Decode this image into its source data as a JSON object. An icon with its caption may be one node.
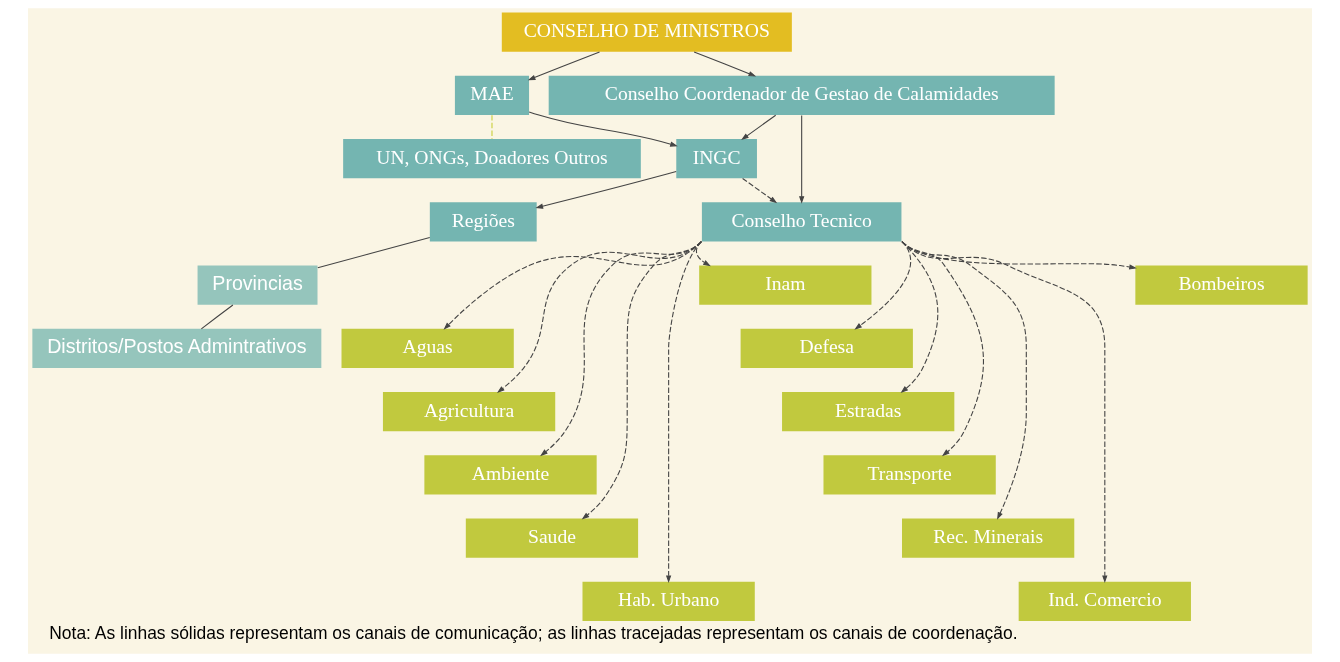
{
  "diagram": {
    "caption": "Nota: As linhas sólidas representam os canais de comunicação; as linhas tracejadas representam os canais de coordenação.",
    "nodes": [
      {
        "text": [
          "CONSELHO DE MINISTROS"
        ]
      },
      {
        "text": [
          "MAE"
        ]
      },
      {
        "text": [
          "Conselho Coordenador de Gestao de Calamidades"
        ]
      },
      {
        "text": [
          "INGC"
        ]
      },
      {
        "text": [
          "Conselho Tecnico"
        ]
      },
      {
        "text": [
          "UN, ONGs, Doadores Outros"
        ]
      },
      {
        "text": [
          "Regiões"
        ]
      },
      {
        "text": [
          "Provincias"
        ]
      },
      {
        "text": [
          "Distritos/Postos Admintrativos"
        ]
      },
      {
        "text": [
          "Inam"
        ]
      },
      {
        "text": [
          "Aguas"
        ]
      },
      {
        "text": [
          "Agricultura"
        ]
      },
      {
        "text": [
          "Ambiente"
        ]
      },
      {
        "text": [
          "Saude"
        ]
      },
      {
        "text": [
          "Hab. Urbano"
        ]
      },
      {
        "text": [
          "Bombeiros"
        ]
      },
      {
        "text": [
          "Defesa"
        ]
      },
      {
        "text": [
          "Estradas"
        ]
      },
      {
        "text": [
          "Transporte"
        ]
      },
      {
        "text": [
          "Rec. Minerais"
        ]
      },
      {
        "text": [
          "Ind. Comercio"
        ]
      }
    ],
    "edges": [
      {
        "from": 0,
        "to": 1,
        "arrow": "to"
      },
      {
        "from": 0,
        "to": 2,
        "arrow": "to"
      },
      {
        "from": 2,
        "to": 3,
        "arrow": "to"
      },
      {
        "from": 2,
        "to": 4,
        "arrow": "to"
      },
      {
        "from": 1,
        "to": 5,
        "arrow": "none",
        "style": "dashed",
        "color": "#c9cf3a"
      },
      {
        "from": 1,
        "to": 3,
        "arrow": "to"
      },
      {
        "from": 3,
        "to": 4,
        "arrow": "to",
        "style": "dashed"
      },
      {
        "from": 3,
        "to": 6,
        "arrow": "to"
      },
      {
        "from": 6,
        "to": 7,
        "arrow": "none"
      },
      {
        "from": 7,
        "to": 8,
        "arrow": "none"
      },
      {
        "from": 4,
        "to": 9,
        "arrow": "to",
        "style": "dashed"
      },
      {
        "from": 4,
        "to": 10,
        "arrow": "to",
        "style": "dashed"
      },
      {
        "from": 4,
        "to": 11,
        "arrow": "to",
        "style": "dashed"
      },
      {
        "from": 4,
        "to": 12,
        "arrow": "to",
        "style": "dashed"
      },
      {
        "from": 4,
        "to": 13,
        "arrow": "to",
        "style": "dashed"
      },
      {
        "from": 4,
        "to": 14,
        "arrow": "to",
        "style": "dashed"
      },
      {
        "from": 4,
        "to": 15,
        "arrow": "to",
        "style": "dashed"
      },
      {
        "from": 4,
        "to": 16,
        "arrow": "to",
        "style": "dashed"
      },
      {
        "from": 4,
        "to": 17,
        "arrow": "to",
        "style": "dashed"
      },
      {
        "from": 4,
        "to": 18,
        "arrow": "to",
        "style": "dashed"
      },
      {
        "from": 4,
        "to": 19,
        "arrow": "to",
        "style": "dashed"
      },
      {
        "from": 4,
        "to": 20,
        "arrow": "to",
        "style": "dashed"
      }
    ]
  }
}
